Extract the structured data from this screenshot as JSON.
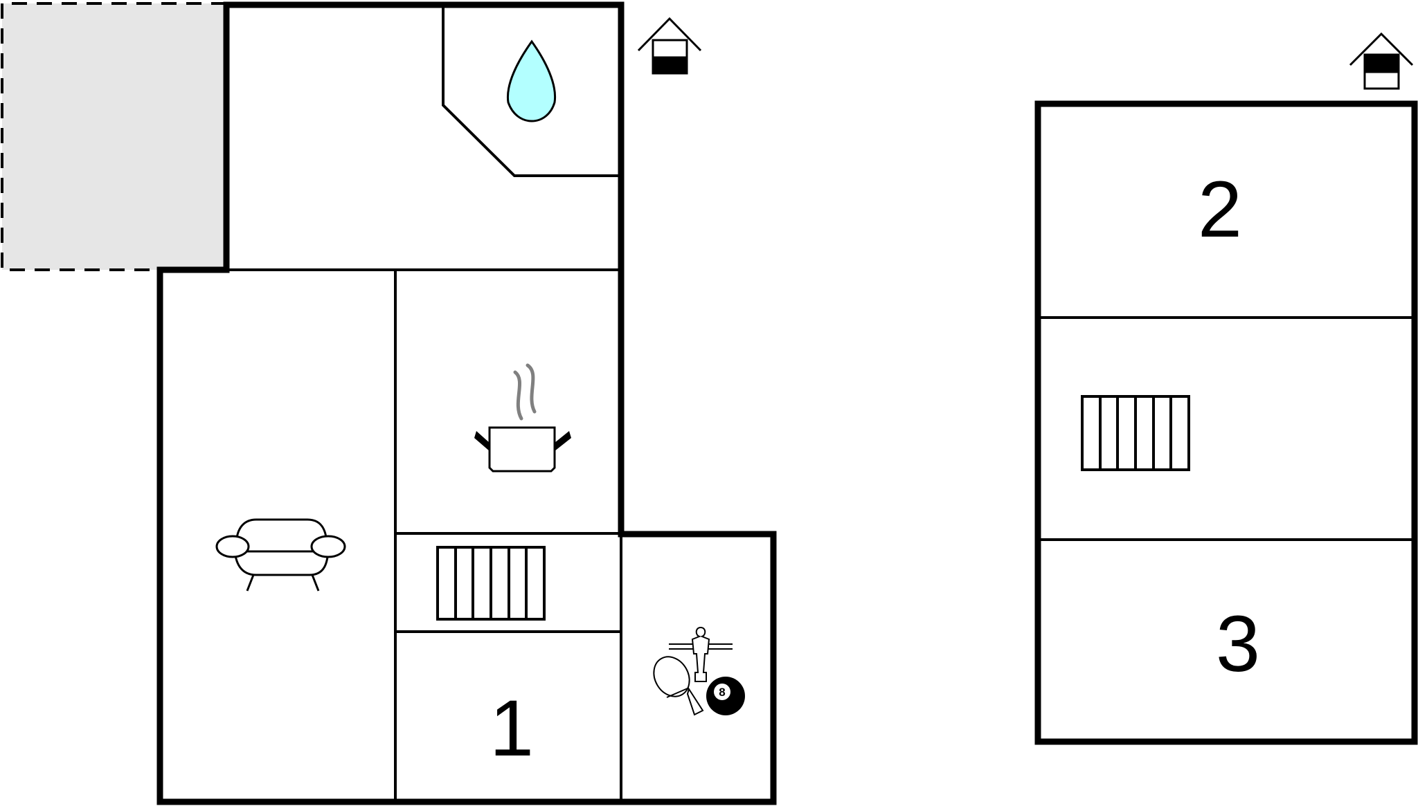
{
  "floors": {
    "ground": {
      "room_numbers": [
        "1"
      ]
    },
    "upper": {
      "room_numbers": [
        "2",
        "3"
      ]
    }
  },
  "icons": {
    "ground_floor_indicator": "house-ground-floor-icon",
    "upper_floor_indicator": "house-upper-floor-icon",
    "bathroom": "water-drop-icon",
    "kitchen": "cooking-pot-icon",
    "living_room": "sofa-icon",
    "stairs": "stairs-icon",
    "games_room": [
      "foosball-icon",
      "table-tennis-icon",
      "billiard-ball-icon"
    ],
    "billiard_ball_number": "8"
  },
  "colors": {
    "wall": "#000000",
    "water": "#b3ffff",
    "terrace": "#e6e6e6",
    "steam": "#808080"
  }
}
